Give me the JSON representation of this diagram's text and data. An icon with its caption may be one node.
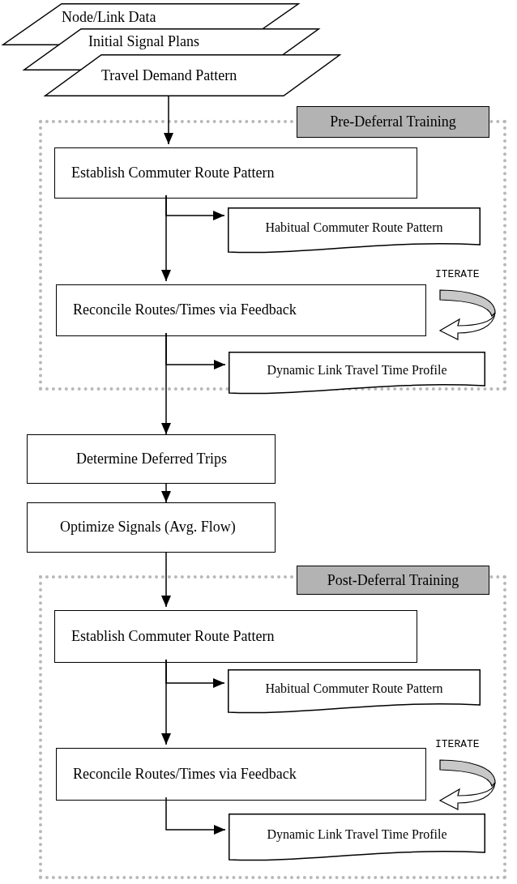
{
  "diagram": {
    "nodes": [
      {
        "text": [
          "Node/Link Data"
        ]
      },
      {
        "text": [
          "Initial Signal Plans"
        ]
      },
      {
        "text": [
          "Travel Demand Pattern"
        ]
      },
      {
        "text": [
          "Pre-Deferral Training"
        ]
      },
      {
        "text": [
          "Establish Commuter Route Pattern"
        ],
        "in": 3
      },
      {
        "text": [
          "Habitual Commuter Route Pattern"
        ],
        "in": 3
      },
      {
        "text": [
          "Reconcile Routes/Times via Feedback"
        ],
        "in": 3
      },
      {
        "text": [
          "Dynamic Link Travel Time Profile"
        ],
        "in": 3
      },
      {
        "text": [
          "Determine Deferred Trips"
        ]
      },
      {
        "text": [
          "Optimize Signals (Avg. Flow)"
        ]
      },
      {
        "text": [
          "Post-Deferral Training"
        ]
      },
      {
        "text": [
          "Establish Commuter Route Pattern"
        ],
        "in": 10
      },
      {
        "text": [
          "Habitual Commuter Route Pattern"
        ],
        "in": 10
      },
      {
        "text": [
          "Reconcile Routes/Times via Feedback"
        ],
        "in": 10
      },
      {
        "text": [
          "Dynamic Link Travel Time Profile"
        ],
        "in": 10
      }
    ],
    "edges": [
      {
        "from": 2,
        "to": 4,
        "arrow": "to"
      },
      {
        "from": 4,
        "to": 5,
        "arrow": "to"
      },
      {
        "from": 4,
        "to": 6,
        "arrow": "to"
      },
      {
        "from": 6,
        "to": 7,
        "arrow": "to"
      },
      {
        "from": 6,
        "to": 8,
        "arrow": "to"
      },
      {
        "from": 8,
        "to": 9,
        "arrow": "to"
      },
      {
        "from": 9,
        "to": 11,
        "arrow": "to"
      },
      {
        "from": 11,
        "to": 12,
        "arrow": "to"
      },
      {
        "from": 11,
        "to": 13,
        "arrow": "to"
      },
      {
        "from": 13,
        "to": 14,
        "arrow": "to"
      }
    ],
    "labels": [
      "ITERATE",
      "ITERATE"
    ]
  }
}
